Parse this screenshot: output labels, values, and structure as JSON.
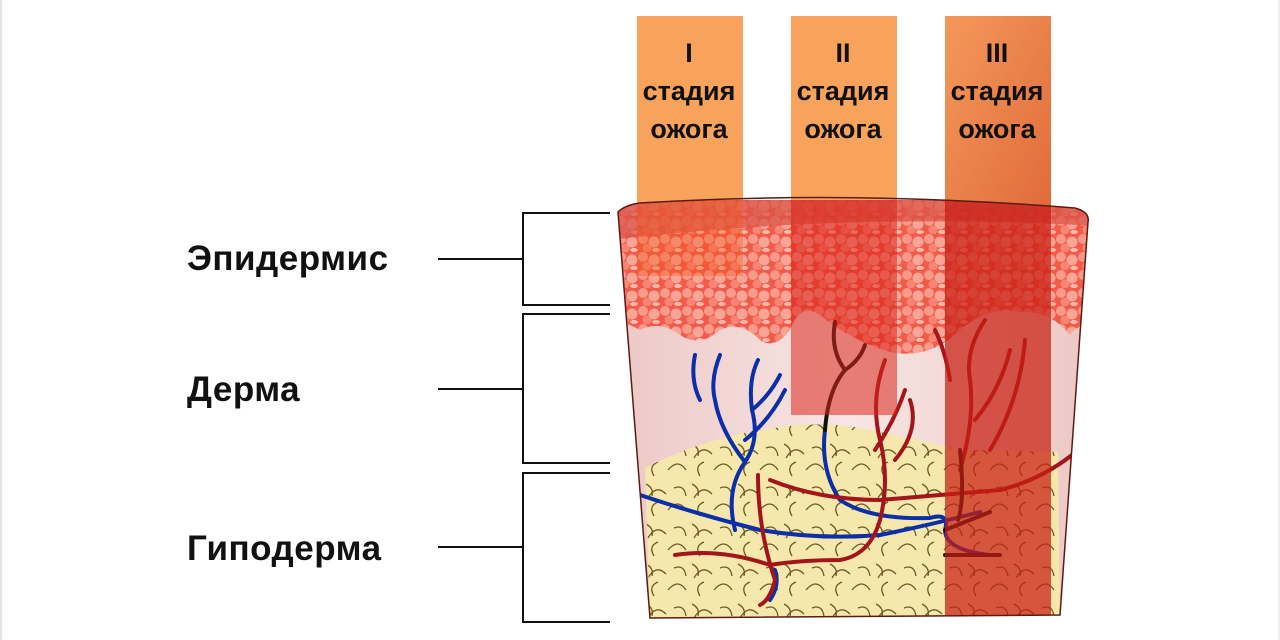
{
  "diagram": {
    "subject": "skin-burn-depth",
    "layers": [
      {
        "id": "epidermis",
        "label": "Эпидермис"
      },
      {
        "id": "derma",
        "label": "Дерма"
      },
      {
        "id": "hypoderma",
        "label": "Гиподерма"
      }
    ],
    "stages": [
      {
        "numeral": "I",
        "word1": "стадия",
        "word2": "ожога",
        "depth": "epidermis-upper"
      },
      {
        "numeral": "II",
        "word1": "стадия",
        "word2": "ожога",
        "depth": "derma"
      },
      {
        "numeral": "III",
        "word1": "стадия",
        "word2": "ожога",
        "depth": "hypoderma"
      }
    ],
    "colors": {
      "stage_band": "#f7a35c",
      "stage_band_deep": "#e2743e",
      "epidermis": "#f25a4a",
      "derma": "#f3d6d3",
      "hypoderma_fat": "#f5e6a8",
      "vein": "#0a2fa8",
      "artery": "#a3151a",
      "burned_vessel": "#111111",
      "burn_overlay": "#d8261b"
    }
  }
}
